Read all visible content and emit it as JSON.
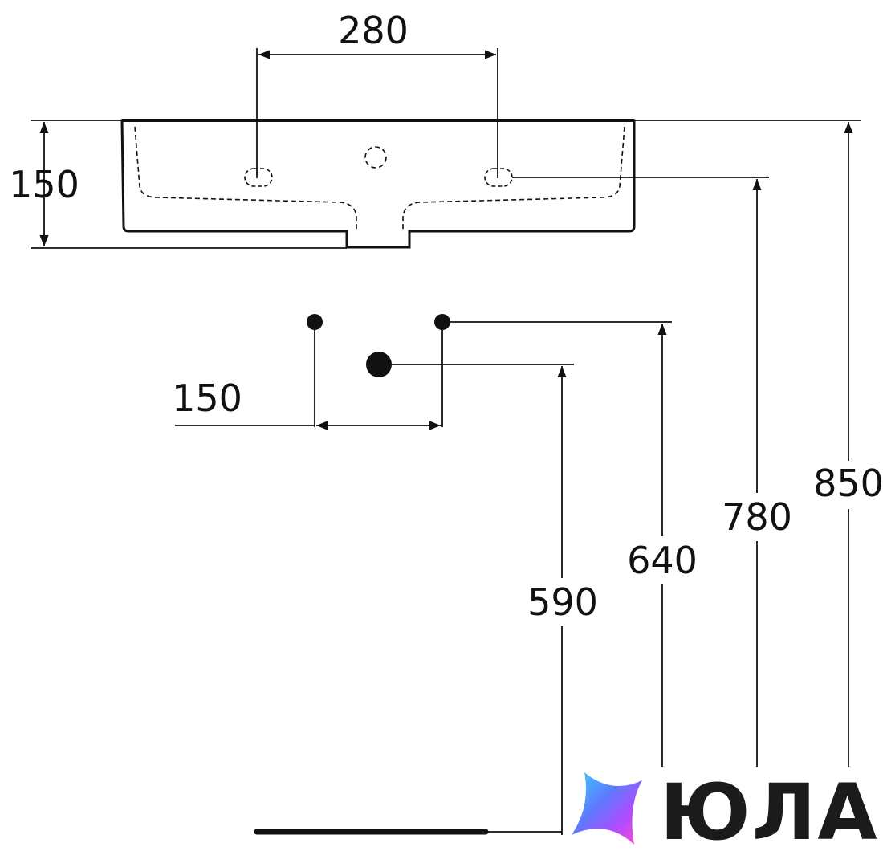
{
  "dimensions": {
    "tap_hole_spacing": "280",
    "basin_height": "150",
    "supply_spacing": "150",
    "drain_height": "590",
    "supply_height": "640",
    "tap_hole_height": "780",
    "top_edge_height": "850"
  },
  "brand": {
    "name": "ЮЛА",
    "logo_icon": "four-point-star-gradient-icon",
    "gradient_colors": [
      "#3fd1ff",
      "#5b7cff",
      "#b04cff",
      "#ff4fc8"
    ]
  },
  "colors": {
    "line": "#111111",
    "background": "#ffffff"
  }
}
